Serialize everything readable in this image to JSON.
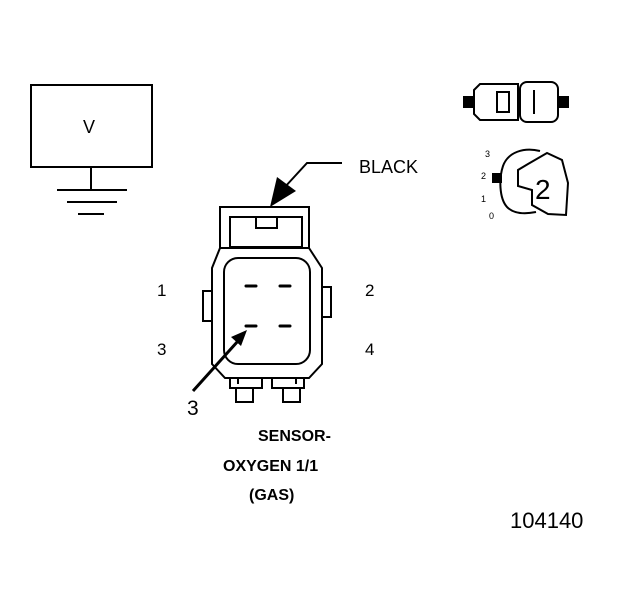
{
  "voltmeter": {
    "label": "V"
  },
  "callouts": {
    "wire_color": "BLACK",
    "pointer_number": "3",
    "view_number": "2"
  },
  "pins": {
    "p1": "1",
    "p2": "2",
    "p3": "3",
    "p4": "4"
  },
  "position_scale": {
    "s3": "3",
    "s2": "2",
    "s1": "1",
    "s0": "0"
  },
  "caption": {
    "line1": "SENSOR-",
    "line2": "OXYGEN 1/1",
    "line3": "(GAS)"
  },
  "figure_number": "104140"
}
